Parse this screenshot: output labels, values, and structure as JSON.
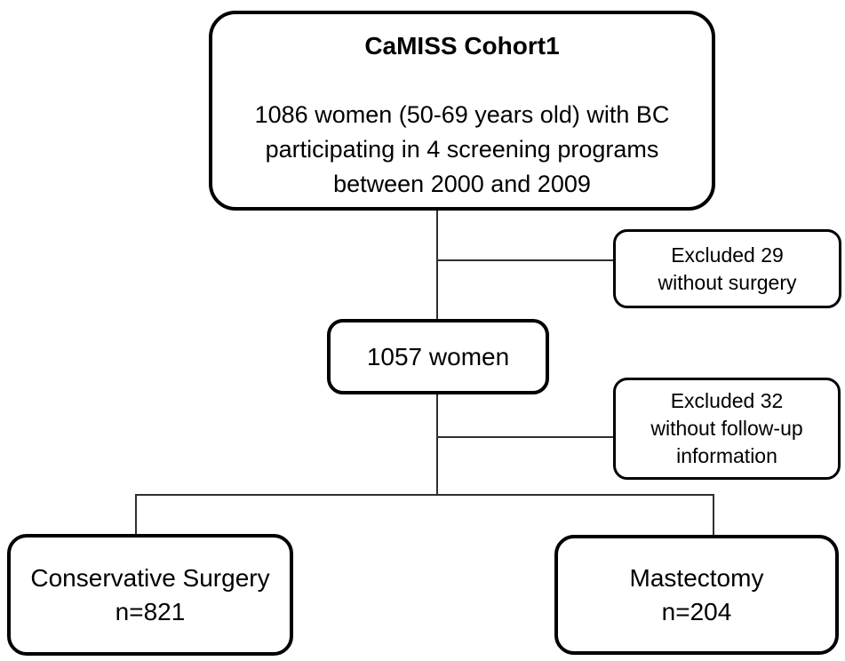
{
  "colors": {
    "background": "#ffffff",
    "box_border": "#000000",
    "connector": "#2f2f2f",
    "text": "#000000"
  },
  "diagram": {
    "type": "flowchart",
    "nodes": {
      "cohort": {
        "title": "CaMISS Cohort1",
        "body_lines": [
          "1086 women (50-69 years old) with BC",
          "participating in 4 screening programs",
          "between 2000 and 2009"
        ]
      },
      "excluded_surgery": {
        "lines": [
          "Excluded 29",
          "without surgery"
        ]
      },
      "women_1057": {
        "label": "1057 women"
      },
      "excluded_followup": {
        "lines": [
          "Excluded 32",
          "without follow-up",
          "information"
        ]
      },
      "conservative_surgery": {
        "lines": [
          "Conservative Surgery",
          "n=821"
        ]
      },
      "mastectomy": {
        "lines": [
          "Mastectomy",
          "n=204"
        ]
      }
    },
    "edges": [
      "cohort -> women_1057",
      "cohort -> excluded_surgery",
      "women_1057 -> excluded_followup",
      "women_1057 -> conservative_surgery",
      "women_1057 -> mastectomy"
    ]
  }
}
